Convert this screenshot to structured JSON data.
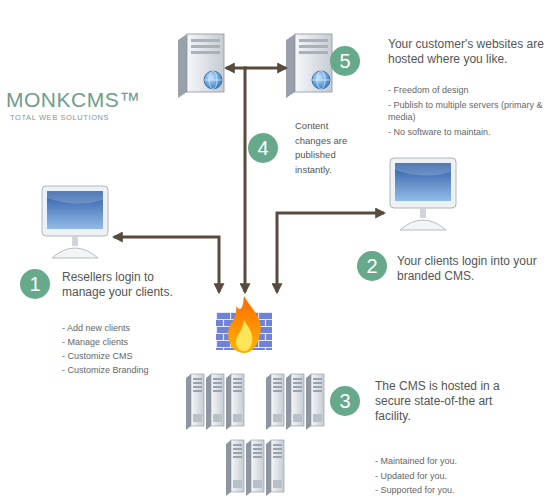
{
  "diagram": {
    "nodes": [
      {
        "text": [
          "1",
          "Resellers login to manage your clients.",
          "- Add new clients",
          "- Manage clients",
          "- Customize CMS",
          "- Customize Branding"
        ]
      },
      {
        "text": [
          "2",
          "Your clients login into your branded CMS."
        ]
      },
      {
        "text": [
          "3",
          "The CMS is hosted in a secure state-of-the art facility.",
          "- Maintained for you.",
          "- Updated for you.",
          "- Supported for you."
        ]
      },
      {
        "text": [
          "5",
          "Your customer's websites are hosted where you like.",
          "- Freedom of design",
          "- Publish to multiple servers (primary & media)",
          "- No software to maintain."
        ]
      }
    ],
    "edges": [
      {
        "from": 0,
        "to": 2,
        "arrow": "both"
      },
      {
        "from": 1,
        "to": 2,
        "arrow": "both"
      },
      {
        "from": 2,
        "to": 3,
        "label": "Content changes are published instantly.",
        "arrow": "both"
      }
    ],
    "labels": [
      "MONKCMS™",
      "TOTAL WEB SOLUTIONS",
      "4"
    ]
  }
}
